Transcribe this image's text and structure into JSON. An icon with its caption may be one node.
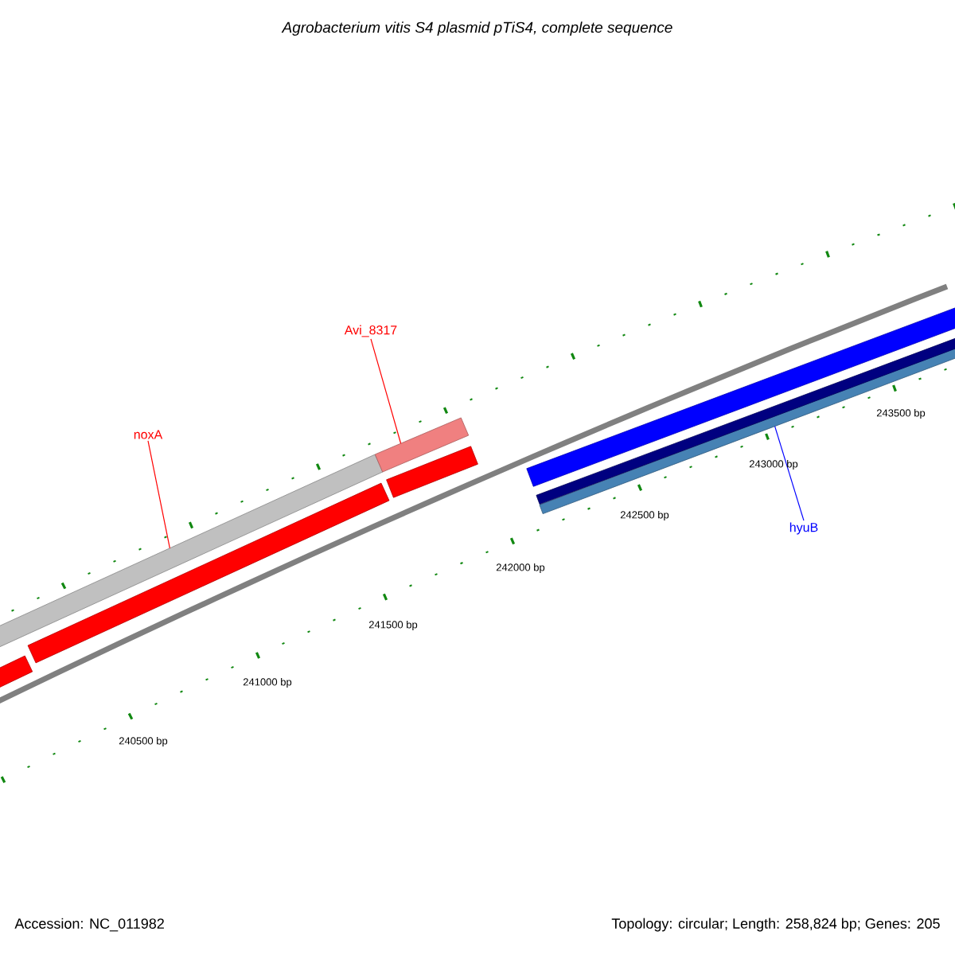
{
  "diagram": {
    "title": "Agrobacterium vitis S4 plasmid pTiS4, complete sequence",
    "nodes": [
      {
        "text": [
          "noxA"
        ]
      },
      {
        "text": [
          "Avi_8317"
        ]
      },
      {
        "text": [
          "hyuB"
        ]
      },
      {
        "text": [],
        "shape": "bar"
      },
      {
        "text": [],
        "shape": "bar"
      },
      {
        "text": [],
        "shape": "bar"
      },
      {
        "text": [],
        "shape": "bar"
      },
      {
        "text": [],
        "shape": "bar"
      },
      {
        "text": [],
        "shape": "bar"
      },
      {
        "text": [],
        "shape": "bar"
      },
      {
        "text": [],
        "shape": "bar"
      }
    ],
    "edges": [
      {
        "from": 0,
        "to": 3,
        "arrow": "none"
      },
      {
        "from": 1,
        "to": 4,
        "arrow": "none"
      },
      {
        "from": 2,
        "to": 5,
        "arrow": "none",
        "color": "#0000ff"
      }
    ],
    "labels": [
      "240500 bp",
      "241000 bp",
      "241500 bp",
      "242000 bp",
      "242500 bp",
      "243000 bp",
      "243500 bp",
      "Accession: NC_011982",
      "Topology: circular; Length: 258,824 bp; Genes: 205"
    ]
  }
}
